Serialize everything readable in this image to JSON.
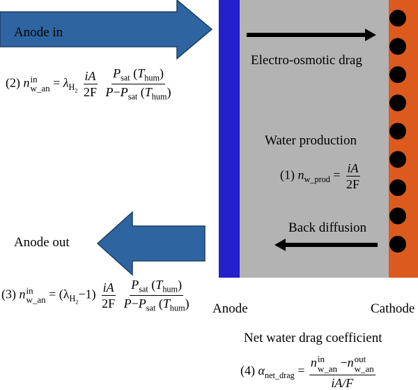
{
  "colors": {
    "anode_plate": "#2320cc",
    "membrane": "#b3b3b3",
    "cathode_plate": "#dd5a1f",
    "cathode_dots": "#000000",
    "flow_arrow_fill": "#2e64a0",
    "flow_arrow_stroke": "#1c3f66",
    "drag_arrows": "#000000"
  },
  "labels": {
    "anode_in": "Anode in",
    "anode_out": "Anode out",
    "electro_osmotic_drag": "Electro-osmotic drag",
    "water_production": "Water production",
    "back_diffusion": "Back diffusion",
    "anode": "Anode",
    "cathode": "Cathode",
    "net_water_drag_coefficient": "Net water drag coefficient"
  },
  "equations": {
    "eq1": {
      "number": "(1)",
      "lhs": "n",
      "lhs_sub": "w_prod",
      "num": "iA",
      "den": "2F"
    },
    "eq2": {
      "number": "(2)",
      "lhs": "n",
      "lhs_sup": "in",
      "lhs_sub": "w_an",
      "lambda": "λ",
      "lambda_sub": "H",
      "lambda_subsub": "2",
      "frac1_num": "iA",
      "frac1_den": "2F",
      "psat": "P",
      "sat": "sat",
      "T": "T",
      "hum": "hum",
      "P": "P",
      "minus": "−"
    },
    "eq3": {
      "number": "(3)",
      "lhs": "n",
      "lhs_sup": "in",
      "lhs_sub": "w_an",
      "lambda_term": "(λ",
      "lambda_sub": "H",
      "lambda_subsub": "2",
      "minus_one": "−1)",
      "frac1_num": "iA",
      "frac1_den": "2F",
      "psat": "P",
      "sat": "sat",
      "T": "T",
      "hum": "hum",
      "P": "P",
      "minus": "−"
    },
    "eq4": {
      "number": "(4)",
      "lhs": "α",
      "lhs_sub": "net_drag",
      "n_in_sup": "in",
      "n_in_sub": "w_an",
      "n_out_sup": "out",
      "n_out_sub": "w_an",
      "n": "n",
      "minus": "−",
      "den": "iA/F"
    }
  },
  "cathode_dot_count": 9
}
